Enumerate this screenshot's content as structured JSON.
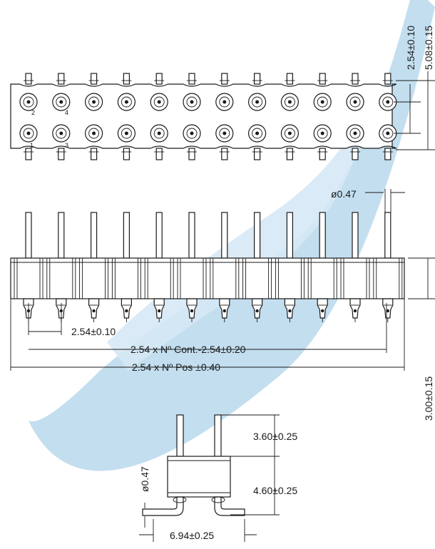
{
  "accent_color": "#a8d0e8",
  "watermark_color": "#b9d8ec",
  "top_view": {
    "dim_pitch_vertical": "2.54±0.10",
    "dim_width_total": "5.08±0.15",
    "pin_labels": [
      "2",
      "4",
      "1",
      "3"
    ]
  },
  "side_view": {
    "dim_pin_diameter": "ø0.47",
    "dim_pitch": "2.54±0.10",
    "dim_cont": "2.54 x Nº Cont.-2.54±0.20",
    "dim_pos": "2.54 x Nº Pos ±0.40",
    "dim_tail": "3.00±0.15"
  },
  "end_view": {
    "dim_upper_pin": "3.60±0.25",
    "dim_body": "4.60±0.25",
    "dim_pin_diameter": "ø0.47",
    "dim_span": "6.94±0.25"
  }
}
